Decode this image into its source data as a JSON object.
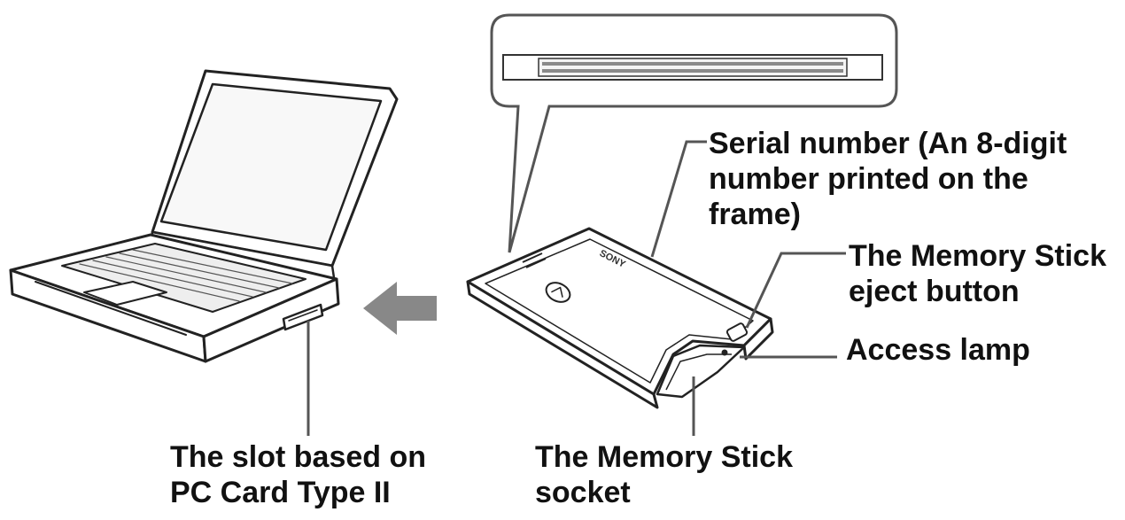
{
  "labels": {
    "serial_number": [
      "Serial number (An 8-digit",
      "number printed on the",
      "frame)"
    ],
    "eject_button": [
      "The Memory Stick",
      "eject button"
    ],
    "access_lamp": [
      "Access lamp"
    ],
    "pc_card_slot": [
      "The slot based on",
      "PC Card Type II"
    ],
    "memory_stick_socket": [
      "The Memory Stick",
      "socket"
    ]
  },
  "card_brand": "SONY",
  "colors": {
    "line": "#222222",
    "leader": "#555555",
    "arrow": "#888888",
    "text": "#111111"
  },
  "icons": [
    "laptop-illustration",
    "left-arrow-icon",
    "memory-stick-adapter-card",
    "connector-callout"
  ]
}
